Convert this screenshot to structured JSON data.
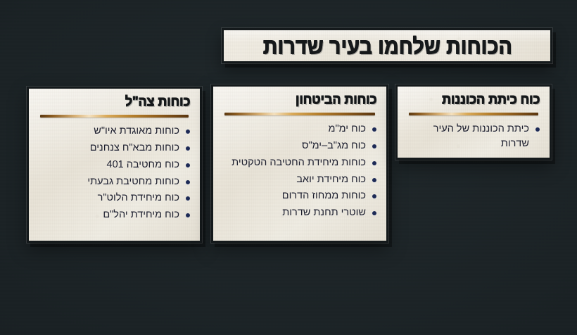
{
  "page": {
    "language": "he",
    "direction": "rtl",
    "background_color": "#1a2124",
    "paper_color": "#eae6db",
    "accent_gold": "#d9a958",
    "bullet_color": "#1d2a56",
    "text_color": "#1b1d2c"
  },
  "title": {
    "text": "הכוחות שלחמו בעיר שדרות"
  },
  "panels": [
    {
      "id": "idf",
      "heading": "כוחות צה\"ל",
      "items": [
        "כוחות מאוגדת איו\"ש",
        "כוחות מבא\"ח צנחנים",
        "כוח מחטיבה 401",
        "כוחות מחטיבת גבעתי",
        "כוח מיחידת הלוט\"ר",
        "כוח מיחידת יהל\"ם"
      ]
    },
    {
      "id": "security",
      "heading": "כוחות הביטחון",
      "items": [
        "כוח ימ\"מ",
        "כוח מג\"ב–ימ\"ס",
        "כוחות מיחידת החטיבה הטקטית",
        "כוח מיחידת יואב",
        "כוחות ממחוז הדרום",
        "שוטרי תחנת שדרות"
      ]
    },
    {
      "id": "standby",
      "heading": "כוח כיתת הכוננות",
      "items": [
        "כיתת הכוננות של העיר שדרות"
      ]
    }
  ]
}
